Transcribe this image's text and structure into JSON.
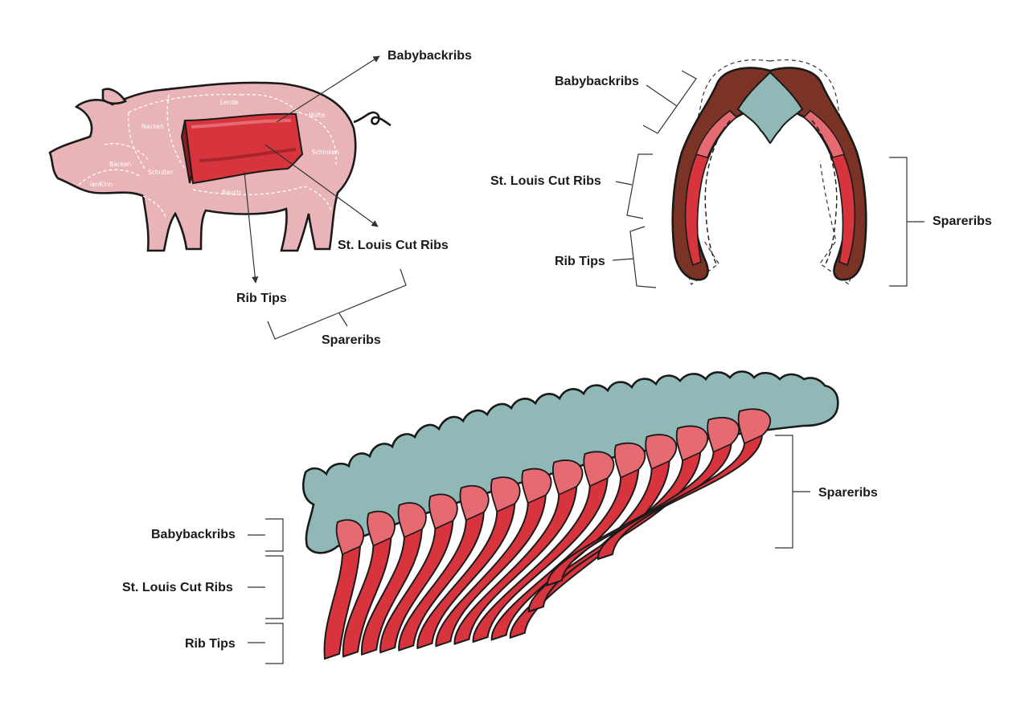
{
  "colors": {
    "pig_fill": "#e8b4b8",
    "rib_red": "#d7343d",
    "rib_light": "#e66a72",
    "spine_teal": "#8fb8b6",
    "meat_brown": "#7a3325",
    "outline": "#1a1a1a"
  },
  "pig_diagram": {
    "callouts": {
      "babybackribs": "Babybackribs",
      "st_louis": "St. Louis Cut Ribs",
      "rib_tips": "Rib Tips",
      "spareribs": "Spareribs"
    },
    "cuts": {
      "lende": "Lende",
      "nacken": "Nacken",
      "huefte": "Hüfte",
      "backen": "Backen",
      "schulter": "Schulter",
      "schinken": "Schinken",
      "kinn": "ienKinn",
      "bauch": "Bauch"
    }
  },
  "cross_section": {
    "babybackribs": "Babybackribs",
    "st_louis": "St. Louis Cut Ribs",
    "rib_tips": "Rib Tips",
    "spareribs": "Spareribs"
  },
  "ribcage": {
    "babybackribs": "Babybackribs",
    "st_louis": "St. Louis Cut Ribs",
    "rib_tips": "Rib Tips",
    "spareribs": "Spareribs",
    "rib_count": 14
  }
}
